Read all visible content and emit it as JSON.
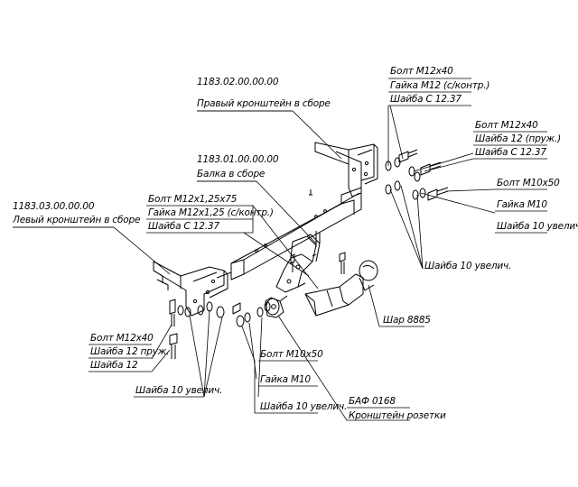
{
  "labels": {
    "right_bracket_code": "1183.02.00.00.00",
    "right_bracket_name": "Правый кронштейн в сборе",
    "beam_code": "1183.01.00.00.00",
    "beam_name": "Балка в сборе",
    "left_bracket_code": "1183.03.00.00.00",
    "left_bracket_name": "Левый кронштейн в сборе",
    "top_bolt": "Болт  М12х40",
    "top_nut": "Гайка М12 (с/контр.)",
    "top_washer": "Шайба С 12.37",
    "mid_bolt": "Болт  М12х40",
    "mid_spring_washer": "Шайба 12 (пруж.)",
    "mid_washer": "Шайба С 12.37",
    "right_bolt": "Болт  М10х50",
    "right_nut": "Гайка М10",
    "right_washer": "Шайба 10 увелич.",
    "center_bolt": "Болт  М12х1,25х75",
    "center_nut": "Гайка М12х1,25 (с/контр.)",
    "center_washer": "Шайба С 12.37",
    "right_lower_washer": "Шайба 10 увелич.",
    "ball": "Шар 8885",
    "left_bolt": "Болт  М12х40",
    "left_spring_washer": "Шайба 12 пруж.",
    "left_washer": "Шайба 12",
    "left_lower_washer": "Шайба 10 увелич.",
    "socket_bolt": "Болт  М10х50",
    "socket_nut": "Гайка М10",
    "socket_washer": "Шайба 10 увелич.",
    "socket_code": "БАФ 0168",
    "socket_name": "Кронштейн розетки"
  }
}
